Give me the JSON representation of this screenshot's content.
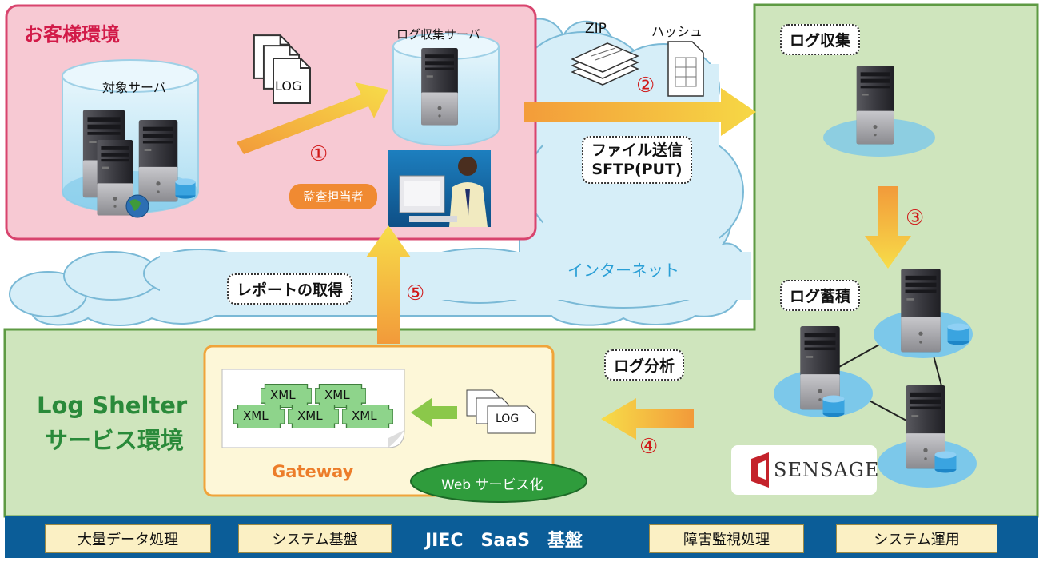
{
  "customer_env": {
    "title": "お客様環境",
    "target_server_label": "対象サーバ",
    "log_collect_server_label": "ログ収集サーバ",
    "log_file_label": "LOG",
    "auditor_label": "監査担当者"
  },
  "internet": {
    "label": "インターネット",
    "zip_label": "ZIP",
    "hash_label": "ハッシュ",
    "send_line1": "ファイル送信",
    "send_line2": "SFTP(PUT)",
    "report_label": "レポートの取得"
  },
  "right_panel": {
    "log_collect_label": "ログ収集",
    "log_store_label": "ログ蓄積",
    "log_analysis_label": "ログ分析",
    "vendor_logo_text": "SENSAGE"
  },
  "service_env": {
    "title_line1": "Log Shelter",
    "title_line2": "サービス環境",
    "gateway_label": "Gateway",
    "web_service_label": "Web サービス化",
    "xml_label": "XML",
    "log_label": "LOG"
  },
  "steps": {
    "s1": "①",
    "s2": "②",
    "s3": "③",
    "s4": "④",
    "s5": "⑤"
  },
  "bottom_bar": {
    "item1": "大量データ処理",
    "item2": "システム基盤",
    "center": "JIEC　SaaS　基盤",
    "item3": "障害監視処理",
    "item4": "システム運用"
  },
  "colors": {
    "customer_bg": "#f7c9d3",
    "customer_border": "#d8446e",
    "cloud_fill": "#d6eef8",
    "green_panel": "#cfe5bd",
    "green_border": "#5e9a43",
    "gateway_bg": "#fdf7d8",
    "gateway_border": "#f0a43a",
    "bar_bg": "#0b5d98",
    "arrow_orange": "#f2a33c",
    "arrow_yellow": "#f7d440",
    "step_red": "#d01818"
  }
}
